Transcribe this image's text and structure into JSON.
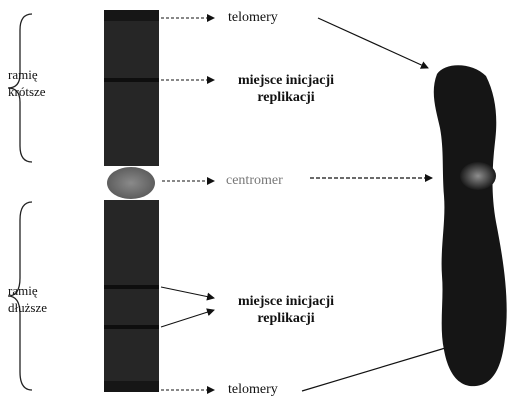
{
  "diagram": {
    "short_arm_label": [
      "ramię",
      "krótsze"
    ],
    "long_arm_label": [
      "ramię",
      "dłuższe"
    ],
    "telomere_top": "telomery",
    "telomere_bottom": "telomery",
    "origin_short": [
      "miejsce inicjacji",
      "replikacji"
    ],
    "origin_long": [
      "miejsce inicjacji",
      "replikacji"
    ],
    "centromere": "centromer"
  },
  "colors": {
    "chromatid": "#262626",
    "chromatid_band": "#111111",
    "telomere_cap": "#161616",
    "centromere": "#6f6f6f",
    "photo_chromosome": "#151515",
    "photo_centromere": "#7c7c7c",
    "text": "#111111",
    "centromere_text": "#777777"
  }
}
